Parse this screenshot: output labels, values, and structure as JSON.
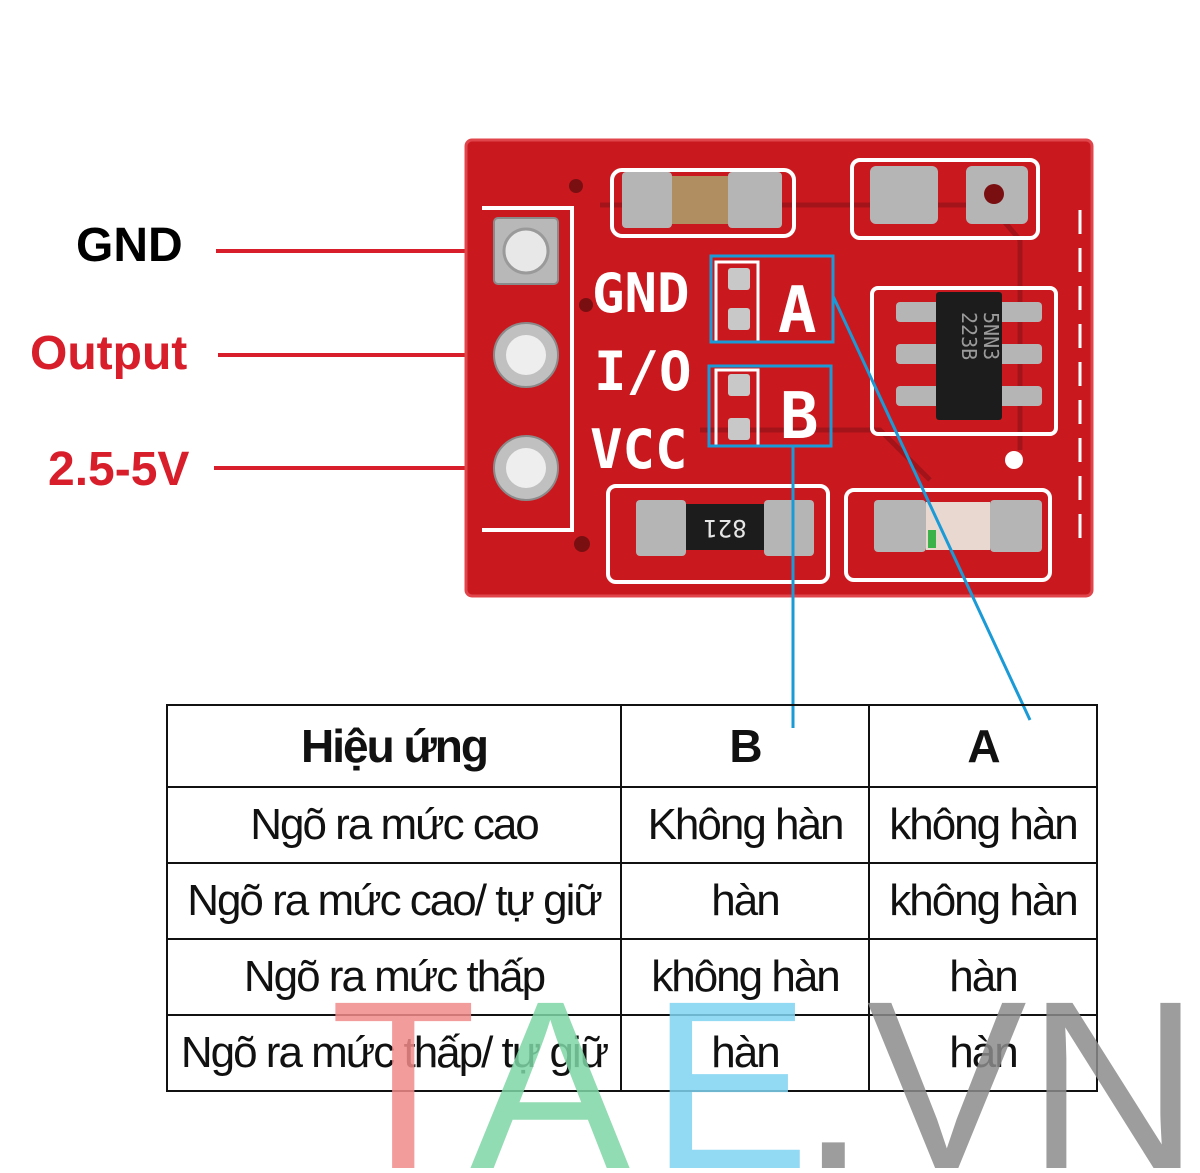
{
  "pin_labels": {
    "gnd": {
      "text": "GND",
      "color": "#000000"
    },
    "output": {
      "text": "Output",
      "color": "#d81e2a"
    },
    "vcc": {
      "text": "2.5-5V",
      "color": "#d81e2a"
    }
  },
  "board": {
    "color": "#c9191f",
    "silkscreen": {
      "gnd": "GND",
      "io": "I/O",
      "vcc": "VCC",
      "pad_a": "A",
      "pad_b": "B",
      "chip_marking_1": "223B",
      "chip_marking_2": "5NN3",
      "resistor_marking": "821"
    }
  },
  "callout_color": "#1a9ad6",
  "table": {
    "headers": [
      "Hiệu ứng",
      "B",
      "A"
    ],
    "rows": [
      [
        "Ngõ ra mức cao",
        "Không hàn",
        "không hàn"
      ],
      [
        "Ngõ ra mức cao/ tự giữ",
        "hàn",
        "không hàn"
      ],
      [
        "Ngõ ra mức thấp",
        "không hàn",
        "hàn"
      ],
      [
        "Ngõ ra mức thấp/ tự giữ",
        "hàn",
        "hàn"
      ]
    ]
  },
  "watermark": {
    "letters": [
      {
        "char": "T",
        "color": "#f28b8b"
      },
      {
        "char": "A",
        "color": "#7fd6a6"
      },
      {
        "char": "E",
        "color": "#7fd3f2"
      },
      {
        "char": ".VN",
        "color": "#8c8c8c"
      }
    ]
  }
}
